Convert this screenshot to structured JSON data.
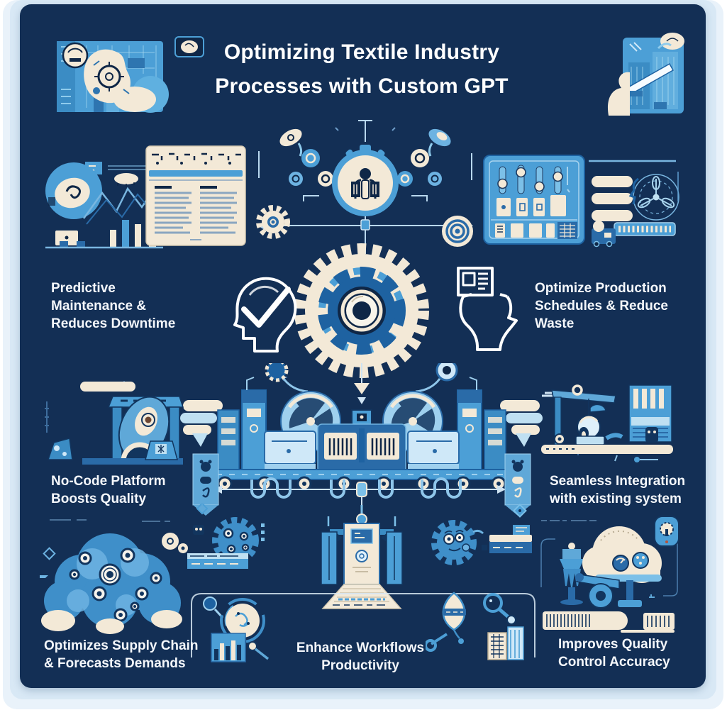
{
  "title": {
    "line1": "Optimizing Textile Industry",
    "line2": "Processes with Custom GPT"
  },
  "labels": {
    "predictive_maintenance": {
      "lines": [
        "Predictive",
        "Maintenance &",
        "Reduces Downtime"
      ]
    },
    "optimize_production": {
      "lines": [
        "Optimize Production",
        "Schedules & Reduce",
        "Waste"
      ]
    },
    "no_code_platform": {
      "lines": [
        "No-Code Platform",
        "Boosts Quality"
      ]
    },
    "seamless_integration": {
      "lines": [
        "Seamless Integration",
        "with existing system"
      ]
    },
    "supply_chain": {
      "lines": [
        "Optimizes Supply Chain",
        "& Forecasts Demands"
      ]
    },
    "workflows": {
      "lines": [
        "Enhance Workflows",
        "Productivity"
      ]
    },
    "quality_control": {
      "lines": [
        "Improves Quality",
        "Control Accuracy"
      ]
    }
  },
  "icons": [
    "gear-icon",
    "head-check-icon",
    "head-document-icon",
    "stopwatch-icon",
    "bar-chart-icon",
    "document-table-icon",
    "control-panel-icon",
    "fan-schematic-icon",
    "factory-line-icon",
    "robot-machine-icon",
    "crane-scanner-icon",
    "gear-cloud-icon",
    "press-machine-icon",
    "dial-cloud-machine-icon",
    "barcode-icon",
    "magnifier-icon",
    "circuit-panel-icon",
    "speech-bubble-icon",
    "ribbon-banner-icon",
    "conveyor-icon"
  ],
  "colors": {
    "card_navy": "#132F55",
    "mat_blue": "#D8E8F5",
    "outer_blue": "#E9F2FA",
    "cream": "#F3E9D7",
    "blue_primary": "#4C9FD6",
    "blue_light": "#8FCBEC",
    "blue_pale": "#CFE8F8",
    "blue_deep": "#1E62A1",
    "navy_dark": "#0F2747",
    "text_white": "#FFFFFF"
  }
}
